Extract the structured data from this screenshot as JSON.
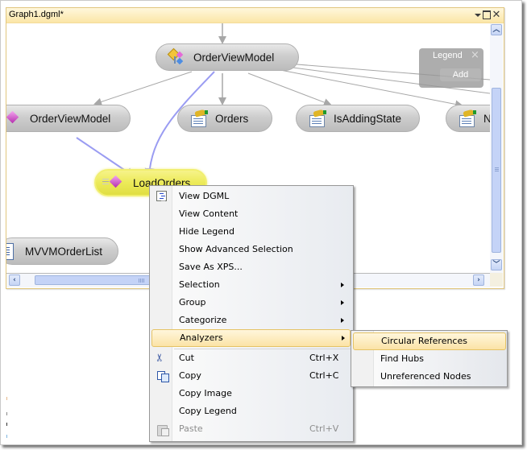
{
  "window": {
    "title": "Graph1.dgml*",
    "buttons": [
      "window-position-dropdown",
      "maximize",
      "close"
    ]
  },
  "graph": {
    "nodes": [
      {
        "id": "orderviewmodel-class",
        "label": "OrderViewModel",
        "icon": "class-icon",
        "selected": false
      },
      {
        "id": "orderviewmodel-ctor",
        "label": "OrderViewModel",
        "icon": "method-icon",
        "selected": false
      },
      {
        "id": "orders",
        "label": "Orders",
        "icon": "property-icon",
        "selected": false
      },
      {
        "id": "isaddingstate",
        "label": "IsAddingState",
        "icon": "property-icon",
        "selected": false
      },
      {
        "id": "n-truncated",
        "label": "N",
        "icon": "property-icon",
        "selected": false
      },
      {
        "id": "loadorders",
        "label": "LoadOrders",
        "icon": "method-icon",
        "selected": true
      },
      {
        "id": "mvvmorderlist",
        "label": "MVVMOrderList",
        "icon": "file-icon",
        "selected": false
      }
    ],
    "colors": {
      "edge": "#a7a7a7",
      "call_edge": "#9a9cf2",
      "selected_node": "#ecea58"
    }
  },
  "legend": {
    "title": "Legend",
    "close": "×",
    "add_label": "Add"
  },
  "scrollbar": {
    "up": "▲",
    "down": "▼",
    "left": "◀",
    "right": "▶"
  },
  "context_menu": {
    "items": [
      {
        "label": "View DGML",
        "icon": "view-dgml-icon",
        "shortcut": "",
        "submenu": false
      },
      {
        "label": "View Content",
        "shortcut": "",
        "submenu": false
      },
      {
        "label": "Hide Legend",
        "shortcut": "",
        "submenu": false
      },
      {
        "label": "Show Advanced Selection",
        "shortcut": "",
        "submenu": false
      },
      {
        "label": "Save As XPS...",
        "shortcut": "",
        "submenu": false
      },
      {
        "label": "Selection",
        "shortcut": "",
        "submenu": true
      },
      {
        "label": "Group",
        "shortcut": "",
        "submenu": true
      },
      {
        "label": "Categorize",
        "shortcut": "",
        "submenu": true
      },
      {
        "label": "Analyzers",
        "shortcut": "",
        "submenu": true,
        "highlighted": true
      },
      {
        "label": "Cut",
        "icon": "cut-icon",
        "shortcut": "Ctrl+X",
        "submenu": false
      },
      {
        "label": "Copy",
        "icon": "copy-icon",
        "shortcut": "Ctrl+C",
        "submenu": false
      },
      {
        "label": "Copy Image",
        "shortcut": "",
        "submenu": false
      },
      {
        "label": "Copy Legend",
        "shortcut": "",
        "submenu": false
      },
      {
        "label": "Paste",
        "icon": "paste-icon",
        "shortcut": "Ctrl+V",
        "submenu": false,
        "disabled": true
      }
    ]
  },
  "analyzers_submenu": {
    "items": [
      {
        "label": "Circular References",
        "highlighted": true
      },
      {
        "label": "Find Hubs"
      },
      {
        "label": "Unreferenced Nodes"
      }
    ]
  }
}
